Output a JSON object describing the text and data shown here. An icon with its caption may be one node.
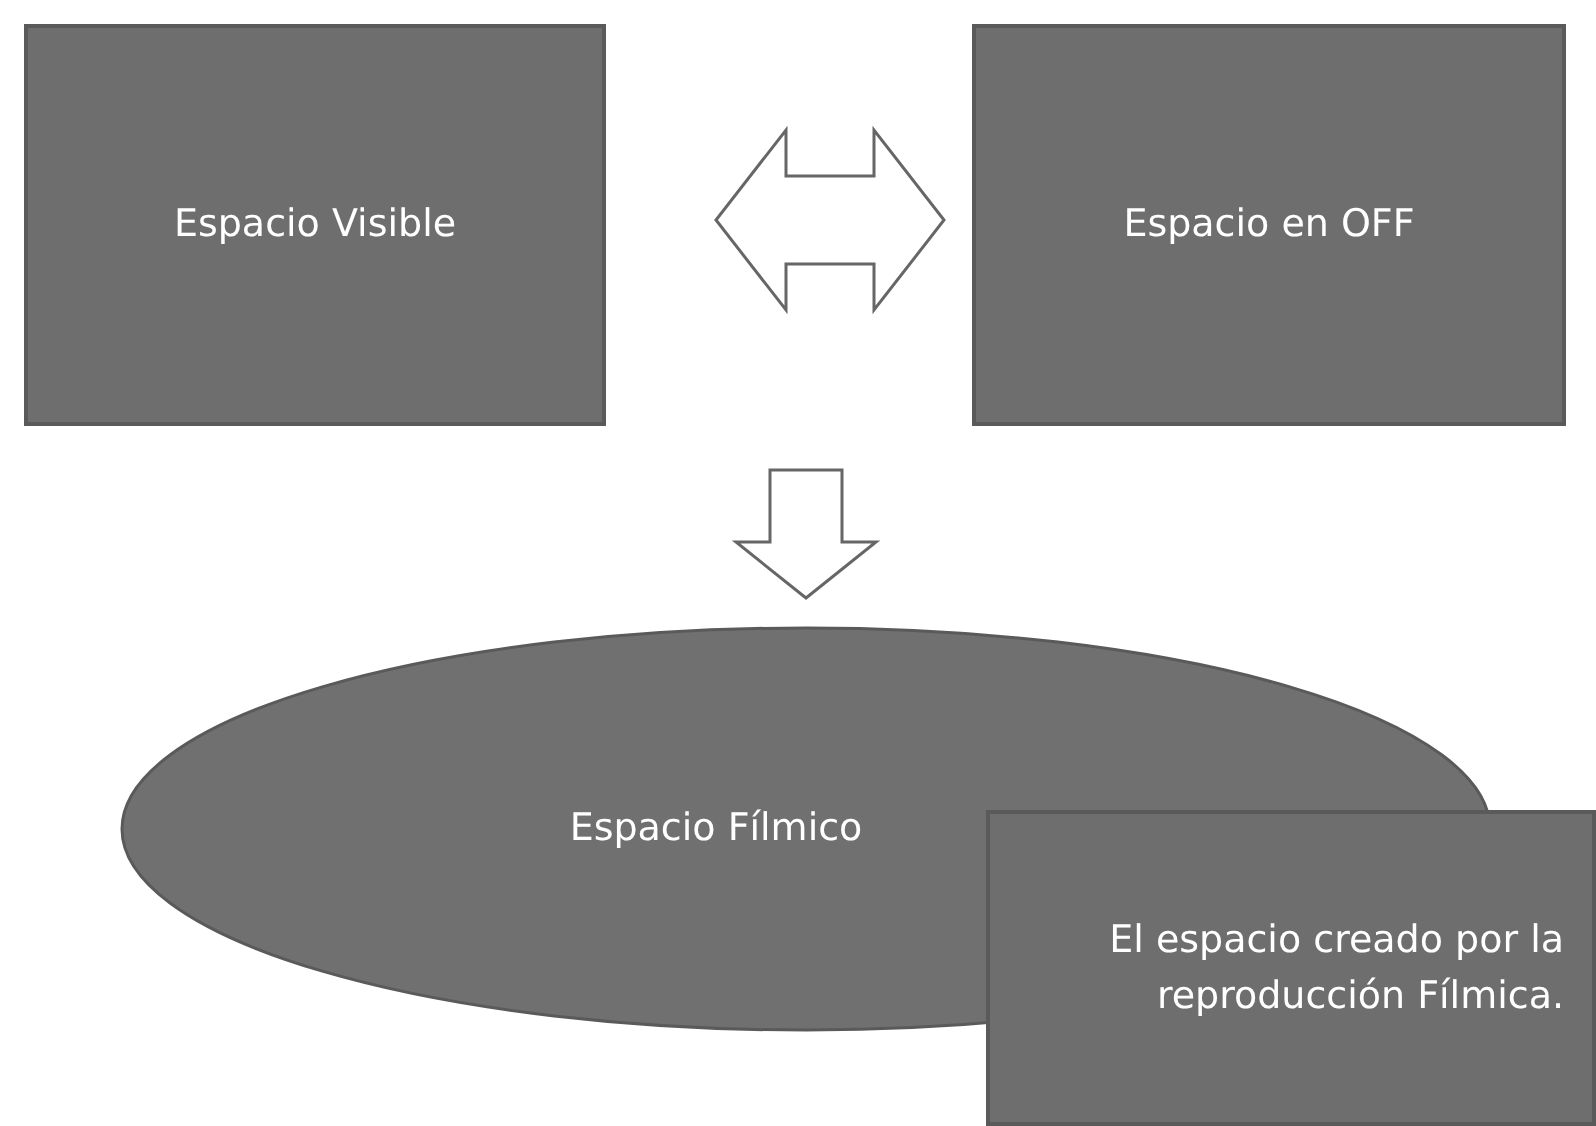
{
  "diagram": {
    "nodes": [
      {
        "text": [
          "Espacio Visible"
        ]
      },
      {
        "text": [
          "Espacio en OFF"
        ]
      },
      {
        "text": [
          "Espacio Fílmico"
        ]
      },
      {
        "text": [
          "El espacio creado por la reproducción Fílmica."
        ]
      }
    ],
    "edges": [
      {
        "from": 0,
        "to": 1,
        "arrow": "both"
      },
      {
        "from": null,
        "to": 2,
        "arrow": "to"
      }
    ]
  }
}
